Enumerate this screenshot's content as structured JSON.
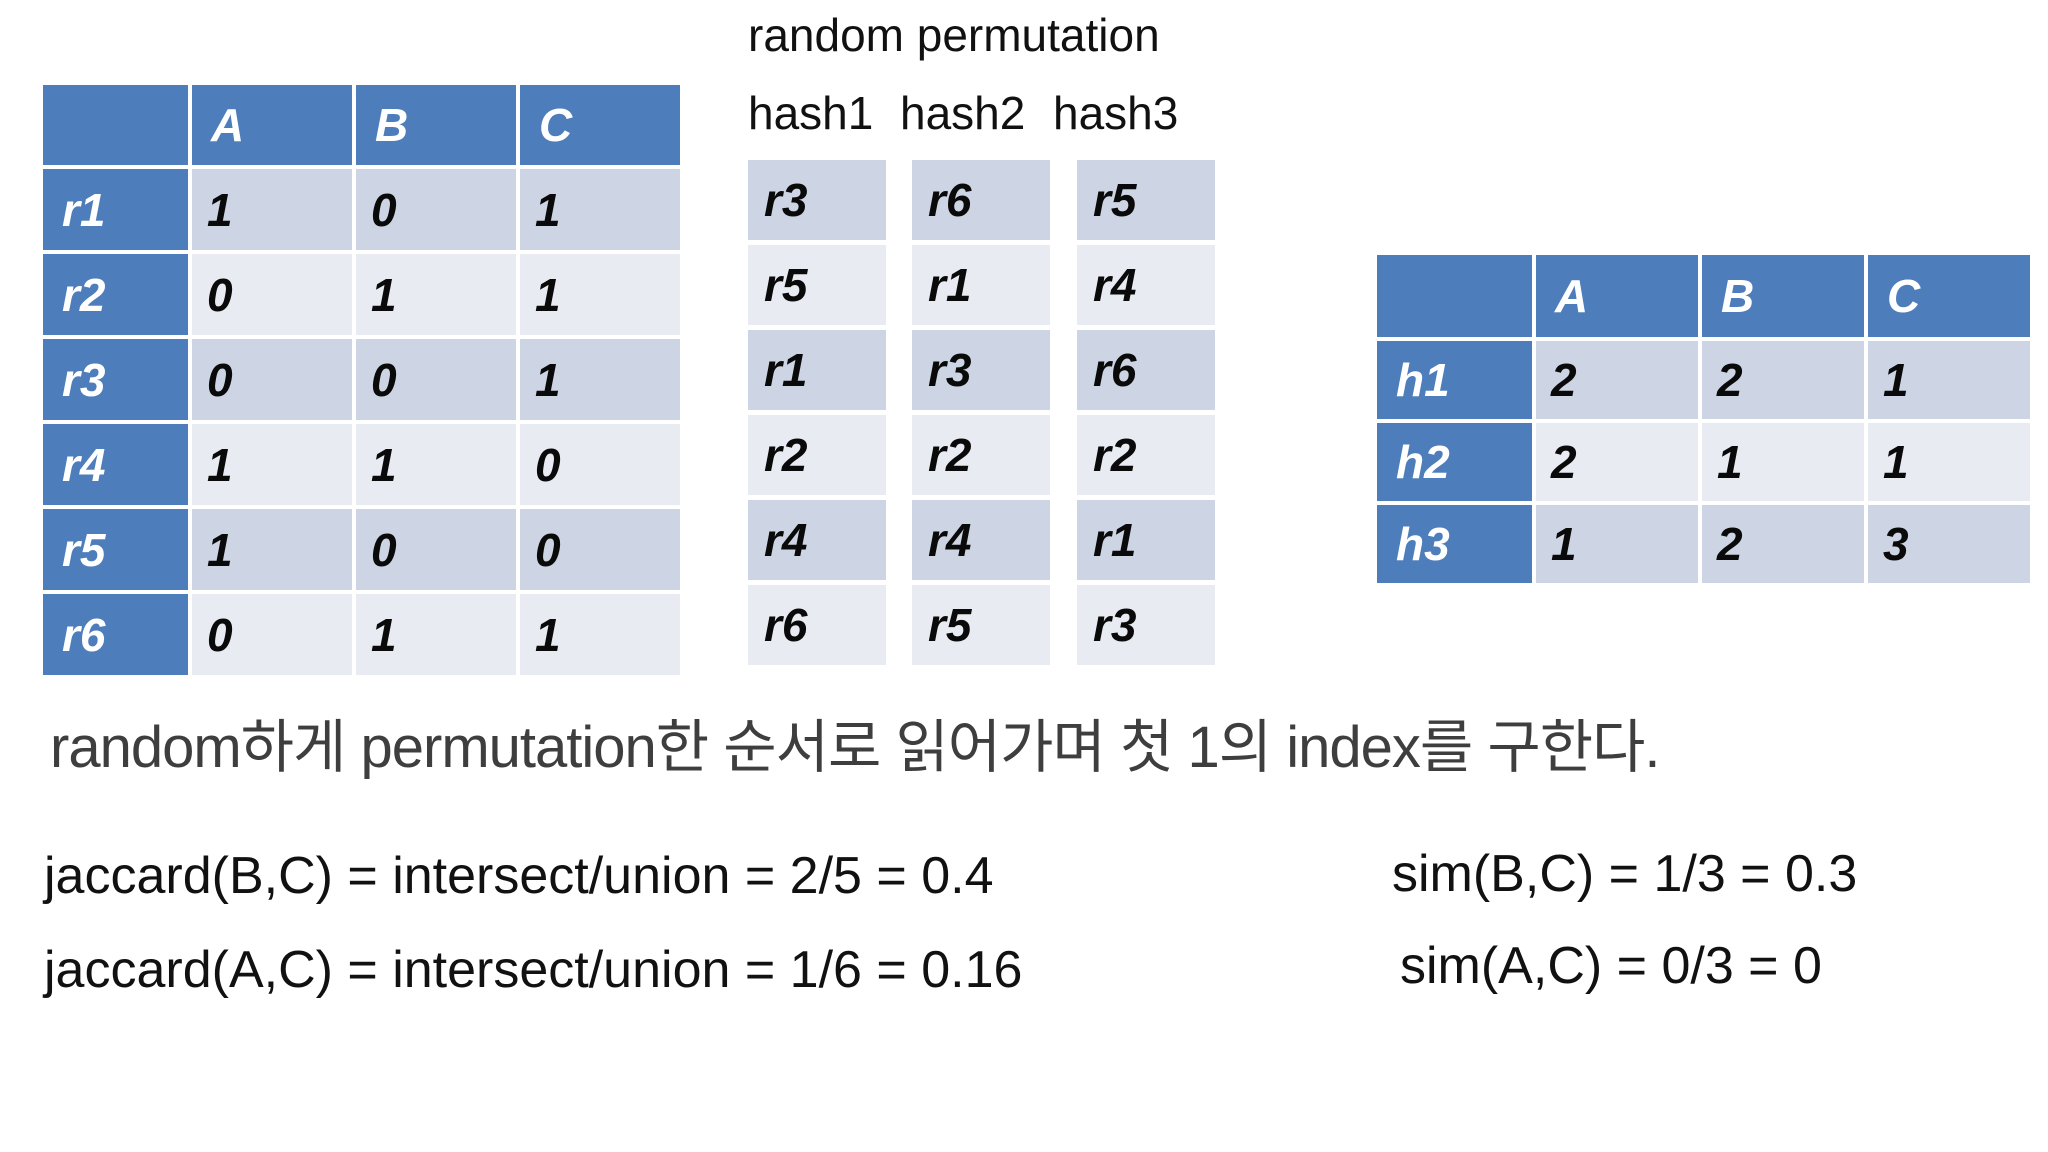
{
  "colors": {
    "header_blue": "#4d7dba",
    "band_dark": "#cdd4e3",
    "band_light": "#e8ebf2",
    "caption_gray": "#3e3e3e"
  },
  "matrix_table": {
    "columns": [
      "A",
      "B",
      "C"
    ],
    "rows": [
      {
        "label": "r1",
        "values": [
          "1",
          "0",
          "1"
        ]
      },
      {
        "label": "r2",
        "values": [
          "0",
          "1",
          "1"
        ]
      },
      {
        "label": "r3",
        "values": [
          "0",
          "0",
          "1"
        ]
      },
      {
        "label": "r4",
        "values": [
          "1",
          "1",
          "0"
        ]
      },
      {
        "label": "r5",
        "values": [
          "1",
          "0",
          "0"
        ]
      },
      {
        "label": "r6",
        "values": [
          "0",
          "1",
          "1"
        ]
      }
    ]
  },
  "permutation": {
    "title": "random permutation",
    "columns": [
      {
        "label": "hash1",
        "values": [
          "r3",
          "r5",
          "r1",
          "r2",
          "r4",
          "r6"
        ]
      },
      {
        "label": "hash2",
        "values": [
          "r6",
          "r1",
          "r3",
          "r2",
          "r4",
          "r5"
        ]
      },
      {
        "label": "hash3",
        "values": [
          "r5",
          "r4",
          "r6",
          "r2",
          "r1",
          "r3"
        ]
      }
    ]
  },
  "signature_table": {
    "columns": [
      "A",
      "B",
      "C"
    ],
    "rows": [
      {
        "label": "h1",
        "values": [
          "2",
          "2",
          "1"
        ]
      },
      {
        "label": "h2",
        "values": [
          "2",
          "1",
          "1"
        ]
      },
      {
        "label": "h3",
        "values": [
          "1",
          "2",
          "3"
        ]
      }
    ]
  },
  "caption": "random하게 permutation한 순서로 읽어가며 첫 1의 index를 구한다.",
  "formulas": {
    "jaccard": [
      "jaccard(B,C) = intersect/union = 2/5 = 0.4",
      "jaccard(A,C) = intersect/union = 1/6 = 0.16"
    ],
    "sim": [
      "sim(B,C) = 1/3 = 0.3",
      "sim(A,C) = 0/3 = 0"
    ]
  }
}
